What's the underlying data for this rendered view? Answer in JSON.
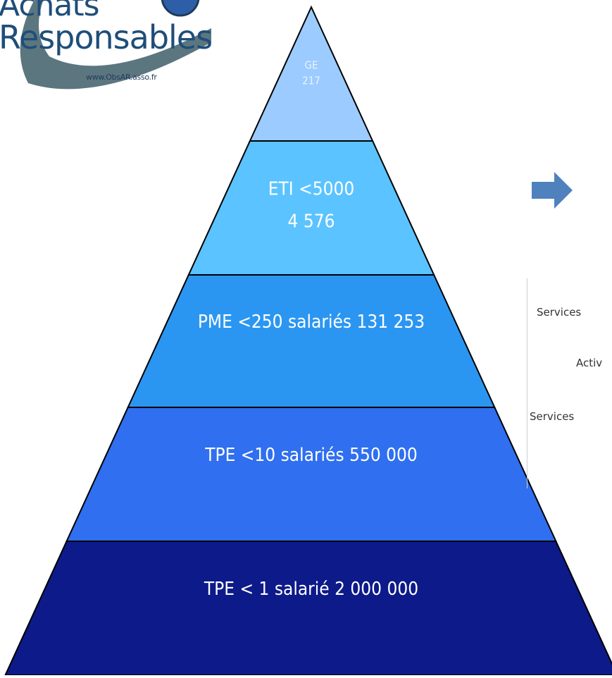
{
  "logo": {
    "line1": "Achats",
    "line2": "Responsables",
    "url": "www.ObsAR.asso.fr"
  },
  "pyramid": {
    "levels": [
      {
        "lines": [
          "GE",
          "217"
        ],
        "color": "#9ccbff",
        "text_color": "#e9f3ff"
      },
      {
        "lines": [
          "ETI <5000",
          "4 576"
        ],
        "color": "#5bc3ff",
        "text_color": "#ffffff"
      },
      {
        "lines": [
          "PME <250 salariés 131 253"
        ],
        "color": "#2b96f2",
        "text_color": "#ffffff"
      },
      {
        "lines": [
          "TPE <10 salariés 550 000"
        ],
        "color": "#2f6ff0",
        "text_color": "#ffffff"
      },
      {
        "lines": [
          "TPE < 1 salarié 2 000 000"
        ],
        "color": "#0d1a8a",
        "text_color": "#ffffff"
      }
    ]
  },
  "side_labels": [
    "Services",
    "Activ",
    "Services"
  ],
  "colors": {
    "outline": "#000000",
    "arrow": "#4f81bd",
    "logo_blue": "#1f4e79"
  }
}
